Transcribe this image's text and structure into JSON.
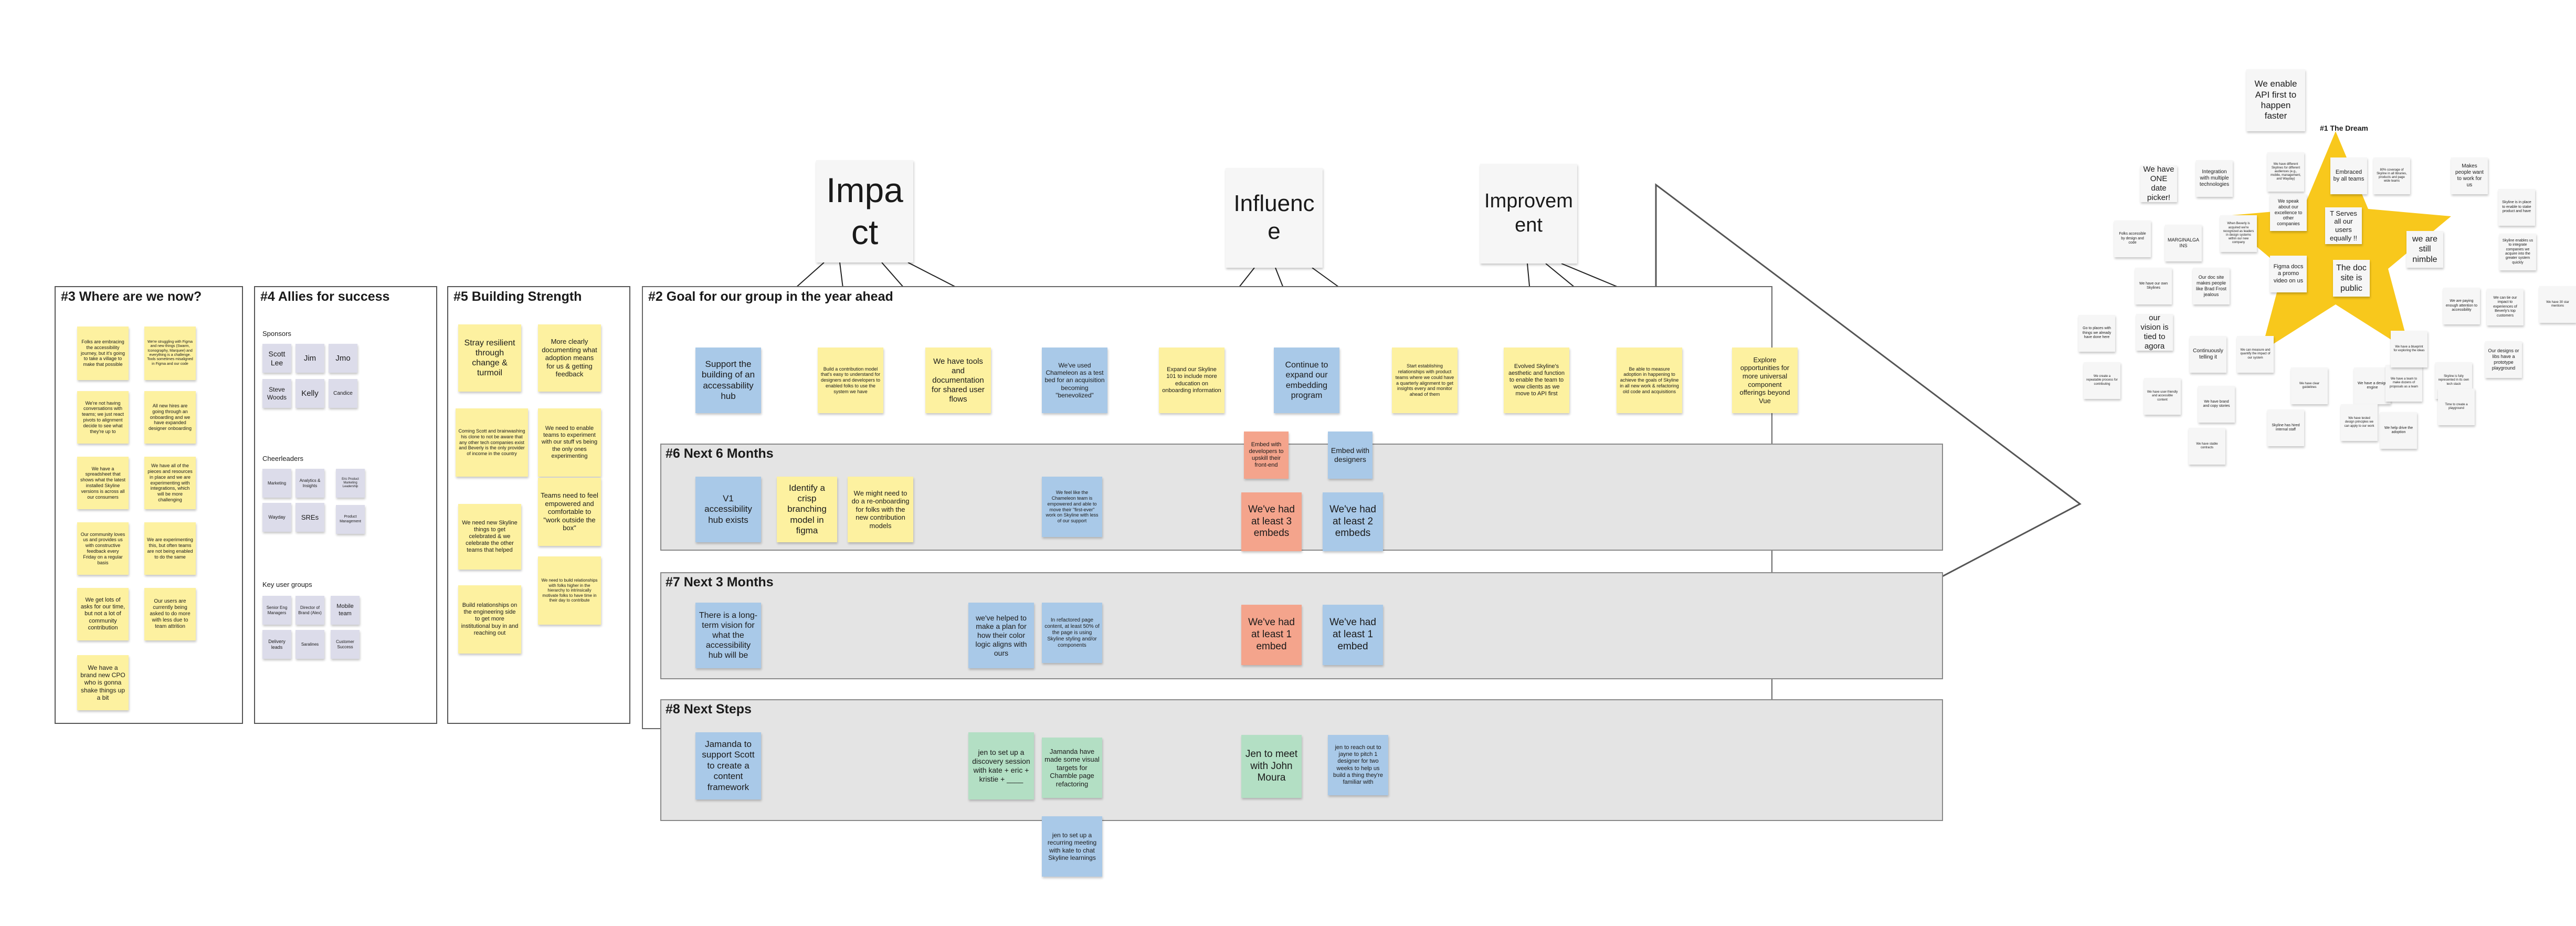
{
  "frames": {
    "where": "#3 Where are we now?",
    "allies": "#4 Allies for success",
    "strength": "#5 Building Strength",
    "goal": "#2 Goal for our group in the year ahead",
    "dream": "#1 The Dream"
  },
  "lanes": {
    "six": "#6 Next 6 Months",
    "three": "#7 Next 3 Months",
    "next": "#8 Next Steps"
  },
  "headers": {
    "impact": "Impact",
    "influence": "Influence",
    "improvement": "Improvement"
  },
  "where_notes": [
    "Folks are embracing the accessibility journey, but it's going to take a village to make that possible",
    "We're struggling with Figma and new things (Swarm, Iconography, Marquee) and everything is a challenge. Tools sometimes misaligned in Figma and our code",
    "We're not having conversations with teams; we just react pivots to alignment decide to see what they're up to",
    "All new hires are going through an onboarding and we have expanded designer onboarding",
    "We have a spreadsheet that shows what the latest installed Skyline versions is across all our consumers",
    "We have all of the pieces and resources in place and we are experimenting with integrations, which will be more challenging",
    "Our community loves us and provides us with constructive feedback every Friday on a regular basis",
    "We are experimenting this, but often teams are not being enabled to do the same",
    "We get lots of asks for our time, but not a lot of community contribution",
    "Our users are currently being asked to do more with less due to team attrition",
    "We have a brand new CPO who is gonna shake things up a bit"
  ],
  "allies": {
    "sponsors_label": "Sponsors",
    "sponsors": [
      "Scott Lee",
      "Jim",
      "Jmo",
      "Steve Woods",
      "Kelly",
      "Candice"
    ],
    "cheer_label": "Cheerleaders",
    "cheer": [
      "Marketing",
      "Analytics & Insights",
      "Eric Product Marketing Leadership",
      "Wayday",
      "SREs",
      "Product Management"
    ],
    "groups_label": "Key user groups",
    "groups": [
      "Senior Eng Managers",
      "Director of Brand (Alex)",
      "Mobile team",
      "Delivery leads",
      "Saralines",
      "Customer Success"
    ]
  },
  "strength_notes": [
    "Stray resilient through change & turmoil",
    "More clearly documenting what adoption means for us & getting feedback",
    "Coming Scott and brainwashing his clone to not be aware that any other tech companies exist and Beverly is the only provider of income in the country",
    "We need to enable teams to experiment with our stuff vs being the only ones experimenting",
    "We need new Skyline things to get celebrated & we celebrate the other teams that helped",
    "Teams need to feel empowered and comfortable to \"work outside the box\"",
    "Build relationships on the engineering side to get more institutional buy in and reaching out",
    "We need to build relationships with folks higher in the hierarchy to intrinsically motivate folks to have time in their day to contribute"
  ],
  "goal_notes": {
    "g1": "Support the building of an accessability hub",
    "g2": "Build a contribution model that's easy to understand for designers and developers to enabled folks to use the system we have",
    "g3": "We have tools and documentation for shared user flows",
    "g4": "We've used Chameleon as a test bed for an acquisition becoming \"benevolized\"",
    "g5": "Expand our Skyline 101 to include more education on onboarding information",
    "g6": "Continue to expand our embedding program",
    "g7": "Start establishing relationships with product teams where we could have a quarterly alignment to get insights every and monitor ahead of them",
    "g8": "Evolved Skyline's aesthetic and function to enable the team to wow clients as we move to API first",
    "g9": "Be able to measure adoption in happening to achieve the goals of Skyline in all new work & refactoring old code and acquisitions",
    "g10": "Explore opportunities for more universal component offerings beyond Vue"
  },
  "six_notes": {
    "s1": "V1 accessibility hub exists",
    "s2": "Identify a crisp branching model in figma",
    "s3": "We might need to do a re-onboarding for folks with the new contribution models",
    "s4": "We feel like the Chameleon team is empowered and able to move their \"first-ever\" work on Skyline with less of our support",
    "s5": "Embed with developers to upskill their front-end",
    "s6": "Embed with designers",
    "s7": "We've had at least 3 embeds",
    "s8": "We've had at least 2 embeds"
  },
  "three_notes": {
    "t1": "There is a long-term vision for what the accessibility hub will be",
    "t2": "we've helped to make a plan for how their color logic aligns with ours",
    "t3": "In refactored page content, at least 50% of the page is using Skyline styling and/or components",
    "t4": "We've had at least 1 embed",
    "t5": "We've had at least 1 embed"
  },
  "next_notes": {
    "n1": "Jamanda to support Scott to create a content framework",
    "n2": "jen to set up a discovery session with kate + eric + kristie + ____",
    "n3": "Jamanda have made some visual targets for Chamble page refactoring",
    "n4": "Jen to meet with John Moura",
    "n5": "jen to reach out to jayne to pitch 1 designer for two weeks to help us build a thing they're familiar with",
    "n6": "jen to set up a recurring meeting with kate to chat Skyline learnings"
  },
  "dream": {
    "top": "We enable API first to happen faster",
    "notes": [
      "We have ONE date picker!",
      "Integration with multiple technologies",
      "We have different Skylines for different audiences (e.g., mobile, management, and Wayday)",
      "Embraced by all teams",
      "80% coverage of Skyline in all libraries, products and page wide teams",
      "Makes people want to work for us",
      "Skyline is in place to enable to stake product and have",
      "Folks accessible by design and code",
      "MARGINALGAINS",
      "When Beverly is acquired we're recognized as leaders in design systems within our new company",
      "We speak about our excellence to other companies",
      "T Serves all our users equally !!",
      "we are still nimble",
      "Skyline enables us to integrate companies we acquire into the greater system quickly",
      "The doc site is public",
      "Figma docs a promo video on us",
      "Our doc site makes people like Brad Frost jealous",
      "We have our own Skylines",
      "We have 30 star mentions",
      "We are paying enough attention to accessibility",
      "We can tie our impact to experiences of Beverly's top customers",
      "our vision is tied to agora",
      "Continuously telling it",
      "Go to places with things we already have done here",
      "We can measure and quantify the impact of our system",
      "We create a repeatable process for contributing",
      "We have user-friendly and accessible content",
      "We have brand and copy stories",
      "We have clear guidelines",
      "We have a design engine",
      "We have a team to make dozens of proposals as a team",
      "Our designs or libs have a prototype playground",
      "Skyline is fully represented in its own tech stack",
      "We have a blueprint for exploring the ideas",
      "We help drive the adoption",
      "We have tested design principles we can apply to our work",
      "Time to create a playground",
      "We have stable contracts",
      "Skyline has hired internal staff"
    ]
  },
  "colors": {
    "yellow": "#fdf1a0",
    "blue": "#a9c9e8",
    "salmon": "#f4a48c",
    "green": "#b3dfc4",
    "star": "#f8c81c"
  }
}
